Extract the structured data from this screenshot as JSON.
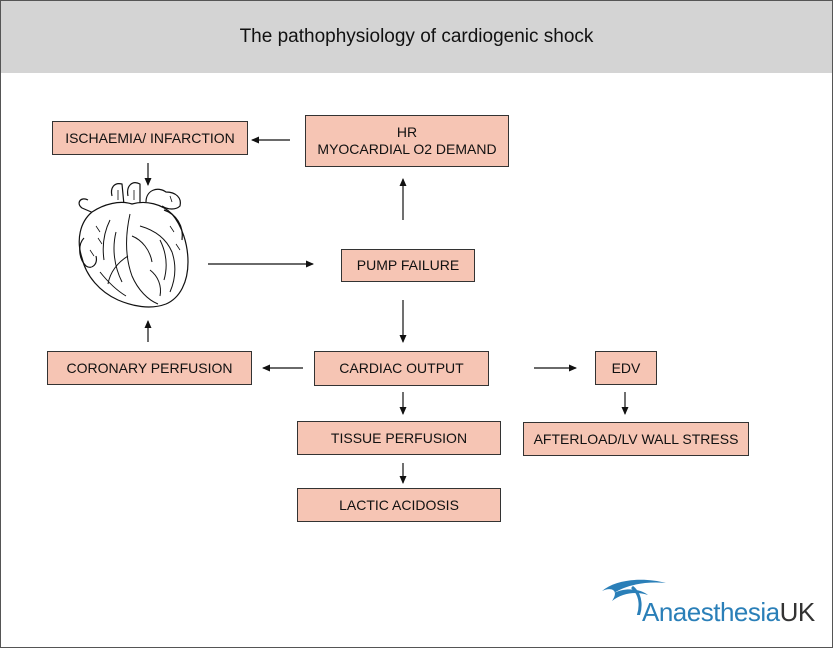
{
  "title": "The pathophysiology of cardiogenic shock",
  "nodes": {
    "ischaemia": "ISCHAEMIA/ INFARCTION",
    "hr_demand": "HR\nMYOCARDIAL O2 DEMAND",
    "pump_failure": "PUMP FAILURE",
    "coronary_perfusion": "CORONARY PERFUSION",
    "cardiac_output": "CARDIAC OUTPUT",
    "edv": "EDV",
    "tissue_perfusion": "TISSUE PERFUSION",
    "afterload": "AFTERLOAD/LV WALL STRESS",
    "lactic_acidosis": "LACTIC ACIDOSIS"
  },
  "logo": {
    "part1": "Anaesthesia",
    "part2": "UK"
  },
  "icons": {
    "heart": "heart-illustration-icon",
    "logo": "swoosh-logo-icon"
  },
  "colors": {
    "box_fill": "#f6c5b4",
    "header": "#d4d4d4",
    "logo_blue": "#2a7fb8"
  }
}
